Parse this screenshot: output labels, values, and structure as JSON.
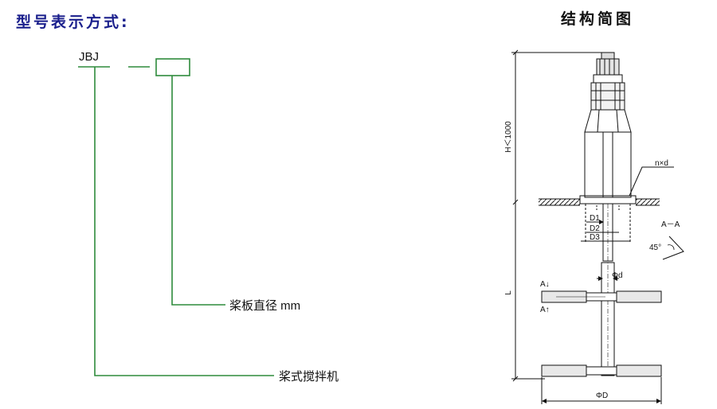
{
  "model_section": {
    "title": "型号表示方式:",
    "code": "JBJ",
    "labels": {
      "paddle_diameter": "桨板直径 mm",
      "type_name": "桨式搅拌机"
    },
    "line_color": "#2e8b3c",
    "title_color": "#1a1f8c"
  },
  "structure_section": {
    "title": "结构简图",
    "dimensions": {
      "height": "H＜1000",
      "length": "L",
      "bolts": "n×d",
      "d1": "D1",
      "d2": "D2",
      "d3": "D3",
      "section_view": "A－A",
      "angle": "45°",
      "shaft_diameter": "Φd",
      "section_mark_upper": "A↓",
      "section_mark_lower": "A↑",
      "paddle_diameter": "ΦD"
    }
  }
}
